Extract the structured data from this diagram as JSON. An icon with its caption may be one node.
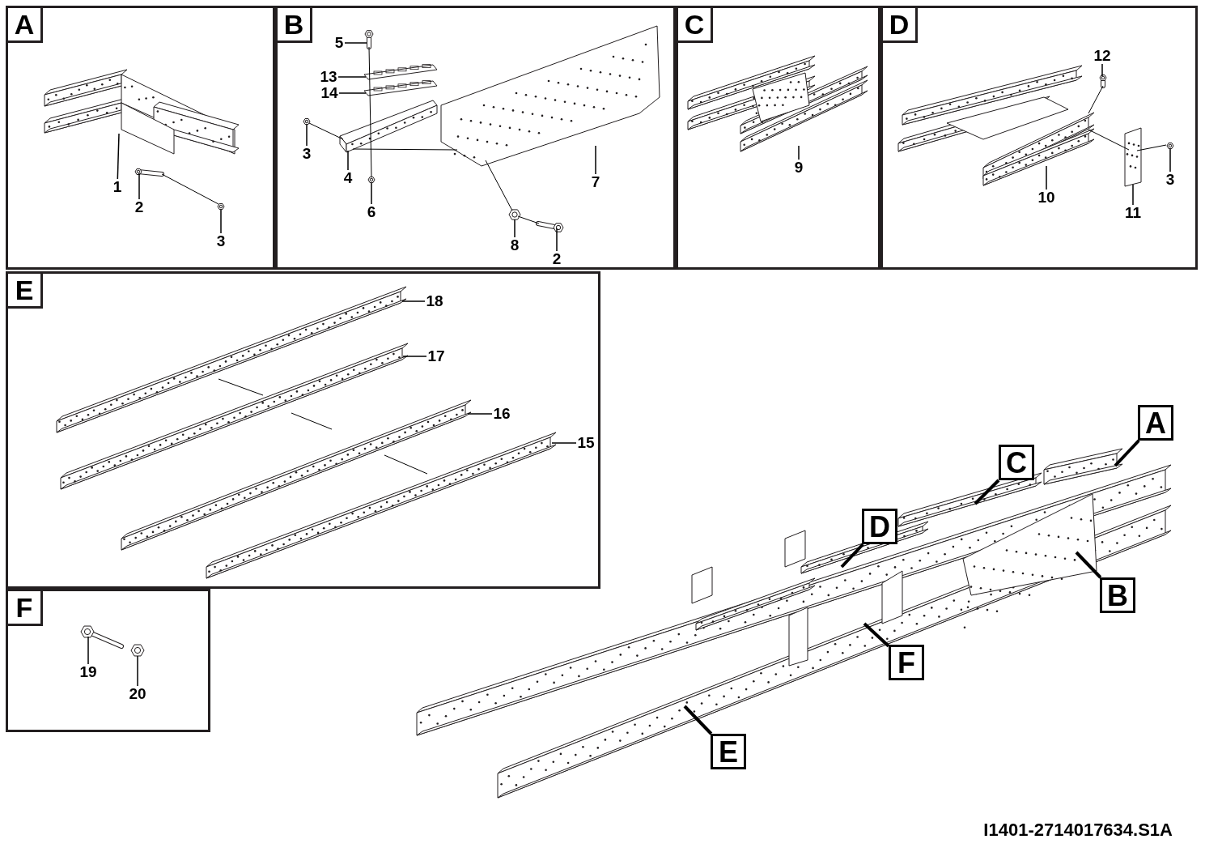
{
  "diagram": {
    "nodes": [
      {
        "text": [
          "A"
        ]
      },
      {
        "text": [
          "1"
        ],
        "in": 0
      },
      {
        "text": [],
        "shape": "picture",
        "in": 0
      },
      {
        "text": [
          "2"
        ],
        "in": 0
      },
      {
        "text": [],
        "shape": "picture",
        "in": 0
      },
      {
        "text": [
          "3"
        ],
        "in": 0
      },
      {
        "text": [],
        "shape": "picture",
        "in": 0
      },
      {
        "text": [
          "B"
        ]
      },
      {
        "text": [
          "5"
        ],
        "in": 7
      },
      {
        "text": [],
        "shape": "picture",
        "in": 7
      },
      {
        "text": [
          "13"
        ],
        "in": 7
      },
      {
        "text": [],
        "shape": "picture",
        "in": 7
      },
      {
        "text": [
          "14"
        ],
        "in": 7
      },
      {
        "text": [],
        "shape": "picture",
        "in": 7
      },
      {
        "text": [
          "3"
        ],
        "in": 7
      },
      {
        "text": [],
        "shape": "picture",
        "in": 7
      },
      {
        "text": [
          "4"
        ],
        "in": 7
      },
      {
        "text": [],
        "shape": "picture",
        "in": 7
      },
      {
        "text": [
          "6"
        ],
        "in": 7
      },
      {
        "text": [],
        "shape": "picture",
        "in": 7
      },
      {
        "text": [
          "7"
        ],
        "in": 7
      },
      {
        "text": [],
        "shape": "picture",
        "in": 7
      },
      {
        "text": [
          "8"
        ],
        "in": 7
      },
      {
        "text": [],
        "shape": "picture",
        "in": 7
      },
      {
        "text": [
          "2"
        ],
        "in": 7
      },
      {
        "text": [],
        "shape": "picture",
        "in": 7
      },
      {
        "text": [
          "C"
        ]
      },
      {
        "text": [
          "9"
        ],
        "in": 26
      },
      {
        "text": [],
        "shape": "picture",
        "in": 26
      },
      {
        "text": [
          "D"
        ]
      },
      {
        "text": [
          "12"
        ],
        "in": 29
      },
      {
        "text": [],
        "shape": "picture",
        "in": 29
      },
      {
        "text": [
          "3"
        ],
        "in": 29
      },
      {
        "text": [],
        "shape": "picture",
        "in": 29
      },
      {
        "text": [
          "10"
        ],
        "in": 29
      },
      {
        "text": [],
        "shape": "picture",
        "in": 29
      },
      {
        "text": [
          "11"
        ],
        "in": 29
      },
      {
        "text": [],
        "shape": "picture",
        "in": 29
      },
      {
        "text": [
          "E"
        ]
      },
      {
        "text": [
          "18"
        ],
        "in": 38
      },
      {
        "text": [],
        "shape": "picture",
        "in": 38
      },
      {
        "text": [
          "17"
        ],
        "in": 38
      },
      {
        "text": [],
        "shape": "picture",
        "in": 38
      },
      {
        "text": [
          "16"
        ],
        "in": 38
      },
      {
        "text": [],
        "shape": "picture",
        "in": 38
      },
      {
        "text": [
          "15"
        ],
        "in": 38
      },
      {
        "text": [],
        "shape": "picture",
        "in": 38
      },
      {
        "text": [
          "F"
        ]
      },
      {
        "text": [
          "19"
        ],
        "in": 47
      },
      {
        "text": [],
        "shape": "picture",
        "in": 47
      },
      {
        "text": [
          "20"
        ],
        "in": 47
      },
      {
        "text": [],
        "shape": "picture",
        "in": 47
      },
      {
        "text": [],
        "shape": "picture"
      },
      {
        "text": [
          "A"
        ]
      },
      {
        "text": [
          "C"
        ]
      },
      {
        "text": [
          "D"
        ]
      },
      {
        "text": [
          "B"
        ]
      },
      {
        "text": [
          "F"
        ]
      },
      {
        "text": [
          "E"
        ]
      }
    ],
    "edges": [
      {
        "from": 1,
        "to": 2,
        "arrow": "none"
      },
      {
        "from": 3,
        "to": 4,
        "arrow": "none"
      },
      {
        "from": 5,
        "to": 6,
        "arrow": "none"
      },
      {
        "from": 4,
        "to": 6,
        "arrow": "none"
      },
      {
        "from": 8,
        "to": 9,
        "arrow": "none"
      },
      {
        "from": 10,
        "to": 11,
        "arrow": "none"
      },
      {
        "from": 12,
        "to": 13,
        "arrow": "none"
      },
      {
        "from": 14,
        "to": 15,
        "arrow": "none"
      },
      {
        "from": 16,
        "to": 17,
        "arrow": "none"
      },
      {
        "from": 18,
        "to": 19,
        "arrow": "none"
      },
      {
        "from": 20,
        "to": 21,
        "arrow": "none"
      },
      {
        "from": 22,
        "to": 23,
        "arrow": "none"
      },
      {
        "from": 24,
        "to": 25,
        "arrow": "none"
      },
      {
        "from": 9,
        "to": 19,
        "arrow": "none"
      },
      {
        "from": 15,
        "to": 17,
        "arrow": "none"
      },
      {
        "from": 17,
        "to": 21,
        "arrow": "none"
      },
      {
        "from": 21,
        "to": 23,
        "arrow": "none"
      },
      {
        "from": 23,
        "to": 25,
        "arrow": "none"
      },
      {
        "from": 27,
        "to": 28,
        "arrow": "none"
      },
      {
        "from": 30,
        "to": 31,
        "arrow": "none"
      },
      {
        "from": 32,
        "to": 33,
        "arrow": "none"
      },
      {
        "from": 34,
        "to": 35,
        "arrow": "none"
      },
      {
        "from": 36,
        "to": 37,
        "arrow": "none"
      },
      {
        "from": 31,
        "to": 35,
        "arrow": "none"
      },
      {
        "from": 35,
        "to": 37,
        "arrow": "none"
      },
      {
        "from": 37,
        "to": 33,
        "arrow": "none"
      },
      {
        "from": 39,
        "to": 40,
        "arrow": "none"
      },
      {
        "from": 41,
        "to": 42,
        "arrow": "none"
      },
      {
        "from": 43,
        "to": 44,
        "arrow": "none"
      },
      {
        "from": 45,
        "to": 46,
        "arrow": "none"
      },
      {
        "from": 40,
        "to": 42,
        "arrow": "none"
      },
      {
        "from": 42,
        "to": 44,
        "arrow": "none"
      },
      {
        "from": 44,
        "to": 46,
        "arrow": "none"
      },
      {
        "from": 48,
        "to": 49,
        "arrow": "none"
      },
      {
        "from": 50,
        "to": 51,
        "arrow": "none"
      },
      {
        "from": 53,
        "to": 52,
        "arrow": "none",
        "style": "thick"
      },
      {
        "from": 54,
        "to": 52,
        "arrow": "none",
        "style": "thick"
      },
      {
        "from": 55,
        "to": 52,
        "arrow": "none",
        "style": "thick"
      },
      {
        "from": 56,
        "to": 52,
        "arrow": "none",
        "style": "thick"
      },
      {
        "from": 57,
        "to": 52,
        "arrow": "none",
        "style": "thick"
      },
      {
        "from": 58,
        "to": 52,
        "arrow": "none",
        "style": "thick"
      }
    ],
    "labels": [
      "I1401-2714017634.S1A"
    ]
  }
}
